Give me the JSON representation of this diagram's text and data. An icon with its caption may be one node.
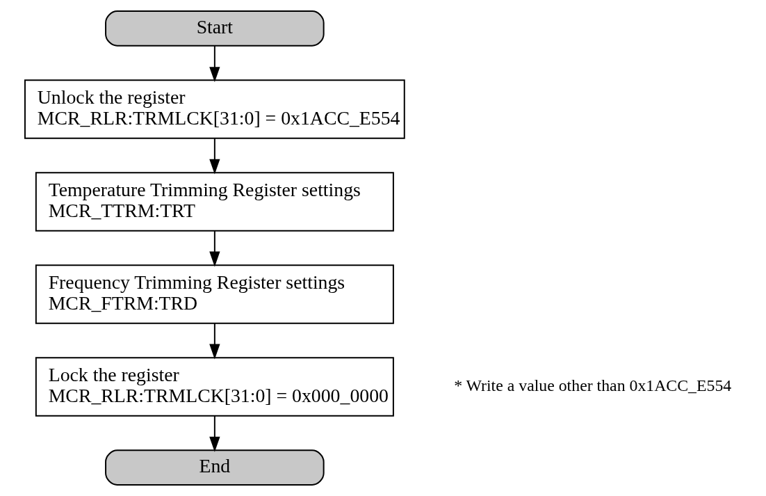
{
  "diagram": {
    "nodes": [
      {
        "text": [
          "Start"
        ]
      },
      {
        "text": [
          "Unlock the register",
          "MCR_RLR:TRMLCK[31:0] = 0x1ACC_E554"
        ]
      },
      {
        "text": [
          "Temperature Trimming Register settings",
          "MCR_TTRM:TRT"
        ]
      },
      {
        "text": [
          "Frequency Trimming Register settings",
          "MCR_FTRM:TRD"
        ]
      },
      {
        "text": [
          "Lock the register",
          "MCR_RLR:TRMLCK[31:0] = 0x000_0000"
        ],
        "beside": [
          "* Write a value other than 0x1ACC_E554"
        ]
      },
      {
        "text": [
          "End"
        ]
      }
    ],
    "edges": [
      {
        "from": 0,
        "to": 1,
        "arrow": "to"
      },
      {
        "from": 1,
        "to": 2,
        "arrow": "to"
      },
      {
        "from": 2,
        "to": 3,
        "arrow": "to"
      },
      {
        "from": 3,
        "to": 4,
        "arrow": "to"
      },
      {
        "from": 4,
        "to": 5,
        "arrow": "to"
      }
    ]
  }
}
